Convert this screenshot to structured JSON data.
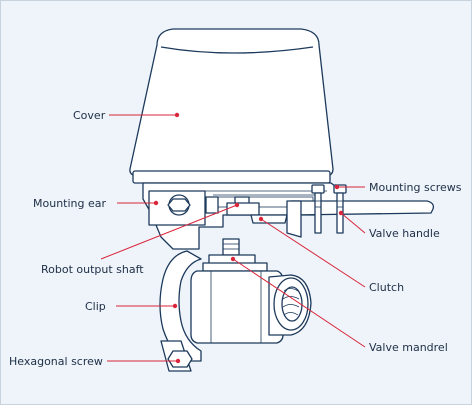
{
  "diagram": {
    "labels": {
      "cover": "Cover",
      "mounting_ear": "Mounting ear",
      "robot_output_shaft": "Robot output shaft",
      "clip": "Clip",
      "hexagonal_screw": "Hexagonal screw",
      "mounting_screws": "Mounting screws",
      "valve_handle": "Valve handle",
      "clutch": "Clutch",
      "valve_mandrel": "Valve mandrel"
    },
    "colors": {
      "background": "#eef4fa",
      "outline": "#1d3a5c",
      "leader": "#d9263b",
      "text": "#1e2e46"
    }
  }
}
